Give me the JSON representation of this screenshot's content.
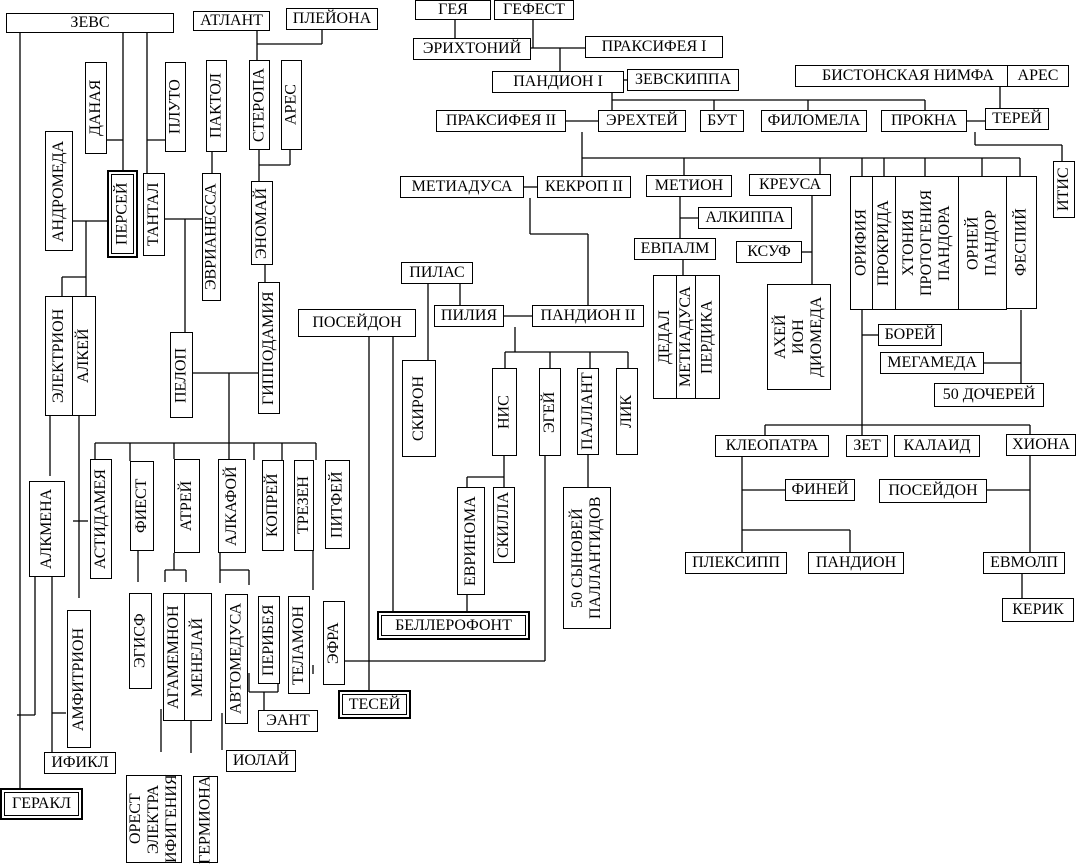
{
  "nodes": {
    "zeus": "ЗЕВС",
    "atlant": "АТЛАНТ",
    "pleiona": "ПЛЕЙОНА",
    "geya": "ГЕЯ",
    "gefest": "ГЕФЕСТ",
    "erichtoniy": "ЭРИХТОНИЙ",
    "praxithea1": "ПРАКСИФЕЯ I",
    "pandion1": "ПАНДИОН I",
    "zeuxippe": "ЗЕВСКИППА",
    "bistonian": "БИСТОНСКАЯ НИМФА",
    "ares_top": "АРЕС",
    "praxithea2": "ПРАКСИФЕЯ II",
    "erechtey": "ЭРЕХТЕЙ",
    "but": "БУТ",
    "filomela": "ФИЛОМЕЛА",
    "prokna": "ПРОКНА",
    "terey": "ТЕРЕЙ",
    "itis": "ИТИС",
    "metiadusa": "МЕТИАДУСА",
    "kekrop2": "КЕКРОП II",
    "metion": "МЕТИОН",
    "kreusa": "КРЕУСА",
    "alkippa": "АЛКИППА",
    "evpalm": "ЕВПАЛМ",
    "ksuf": "КСУФ",
    "dedal_group": "ДЕДАЛ\nМЕТИАДУСА\nПЕРДИКА",
    "dedal": "ДЕДАЛ",
    "metiadusa2": "МЕТИАДУСА",
    "perdika": "ПЕРДИКА",
    "achey_group": "АХЕЙ\nИОН\nДИОМЕДА",
    "orifia": "ОРИФИЯ",
    "prokrida": "ПРОКРИДА",
    "chtonia_group": "ХТОНИЯ\nПРОТОГЕНИЯ\nПАНДОРА",
    "orney_group": "ОРНЕЙ\nПАНДОР",
    "fespiy": "ФЕСПИЙ",
    "borey": "БОРЕЙ",
    "megameda": "МЕГАМЕДА",
    "daughters50": "50 ДОЧЕРЕЙ",
    "kleopatra": "КЛЕОПАТРА",
    "zet": "ЗЕТ",
    "kalaid": "КАЛАИД",
    "hiona": "ХИОНА",
    "finey": "ФИНЕЙ",
    "poseidon2": "ПОСЕЙДОН",
    "pleksipp": "ПЛЕКСИПП",
    "pandion": "ПАНДИОН",
    "evmolp": "ЕВМОЛП",
    "kerik": "КЕРИК",
    "pilas": "ПИЛАС",
    "piliya": "ПИЛИЯ",
    "pandion2": "ПАНДИОН II",
    "poseidon": "ПОСЕЙДОН",
    "skiron": "СКИРОН",
    "nis": "НИС",
    "egey": "ЭГЕЙ",
    "pallant": "ПАЛЛАНТ",
    "lik": "ЛИК",
    "evrinoma": "ЕВРИНОМА",
    "skilla": "СКИЛЛА",
    "pallantids": "50 СЫНОВЕЙ\nПАЛЛАНТИДОВ",
    "bellerophont": "БЕЛЛЕРОФОНТ",
    "tesey": "ТЕСЕЙ",
    "danaya": "ДАНАЯ",
    "pluto": "ПЛУТО",
    "paktol": "ПАКТОЛ",
    "sterope": "СТЕРОПА",
    "ares": "АРЕС",
    "andromeda": "АНДРОМЕДА",
    "persey": "ПЕРСЕЙ",
    "tantal": "ТАНТАЛ",
    "evrianessa": "ЭВРИАНЕССА",
    "enomai": "ЭНОМАЙ",
    "electrion": "ЭЛЕКТРИОН",
    "alkey": "АЛКЕЙ",
    "pelop": "ПЕЛОП",
    "hippodamia": "ГИППОДАМИЯ",
    "alkmena": "АЛКМЕНА",
    "astidameya": "АСТИДАМЕЯ",
    "fiest": "ФИЕСТ",
    "atrey": "АТРЕЙ",
    "alkafoy": "АЛКАФОЙ",
    "koprey": "КОПРЕЙ",
    "trezen": "ТРЕЗЕН",
    "pitfey": "ПИТФЕЙ",
    "amfitrion": "АМФИТРИОН",
    "egisf": "ЭГИСФ",
    "agamemnon": "АГАМЕМНОН",
    "menelay": "МЕНЕЛАЙ",
    "avtomedusa": "АВТОМЕДУСА",
    "peribeya": "ПЕРИБЕЯ",
    "telamon": "ТЕЛАМОН",
    "efra": "ЭФРА",
    "eant": "ЭАНТ",
    "iolay": "ИОЛАЙ",
    "ifikl": "ИФИКЛ",
    "gerakl": "ГЕРАКЛ",
    "orest_group": "ОРЕСТ\nЭЛЕКТРА\nИФИГЕНИЯ",
    "germiona": "ГЕРМИОНА"
  }
}
